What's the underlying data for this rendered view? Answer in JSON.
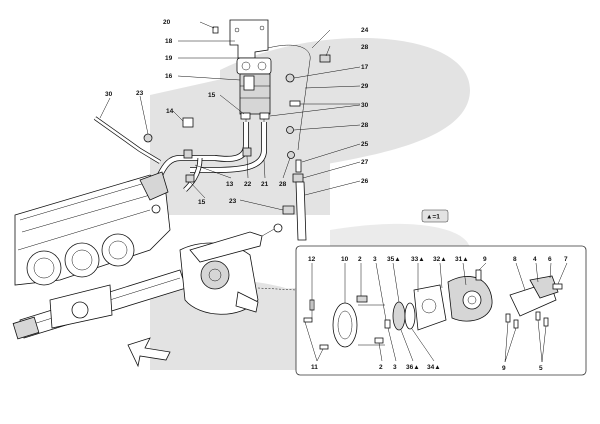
{
  "callouts": {
    "c20": "20",
    "c18": "18",
    "c19": "19",
    "c16": "16",
    "c24": "24",
    "c28a": "28",
    "c17": "17",
    "c29": "29",
    "c30a": "30",
    "c28b": "28",
    "c25": "25",
    "c27": "27",
    "c26": "26",
    "c15a": "15",
    "c30b": "30",
    "c23a": "23",
    "c14": "14",
    "c13": "13",
    "c22": "22",
    "c21": "21",
    "c28c": "28",
    "c15b": "15",
    "c23b": "23"
  },
  "legend": {
    "text": "▲=1"
  },
  "detail": {
    "top": {
      "c12": "12",
      "c10": "10",
      "c2": "2",
      "c3": "3",
      "c35": "35▲",
      "c33": "33▲",
      "c32": "32▲",
      "c31": "31▲",
      "c9": "9",
      "c8": "8",
      "c4": "4",
      "c6": "6",
      "c7": "7"
    },
    "bottom": {
      "c11": "11",
      "c2": "2",
      "c3": "3",
      "c36": "36▲",
      "c34": "34▲",
      "c9": "9",
      "c5": "5"
    }
  },
  "colors": {
    "watermark": "#e3e3e3",
    "line": "#111111",
    "panel_border": "#333333"
  }
}
